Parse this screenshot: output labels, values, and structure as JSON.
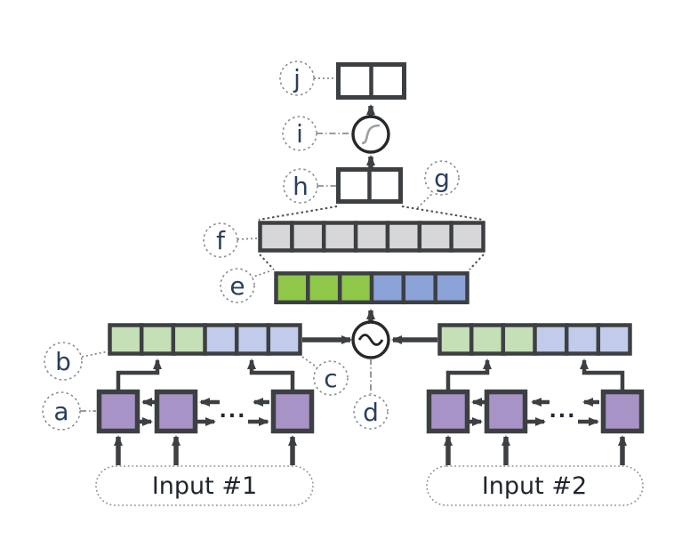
{
  "colors": {
    "stroke_dark": "#3d4043",
    "rnn_purple": "#a893c6",
    "state_green_light": "#c5dfb6",
    "state_blue_light": "#c2cbe9",
    "concat_green": "#8fc749",
    "concat_blue": "#8ba3d8",
    "dense_gray": "#d7d7d9",
    "hidden_gray": "#eef0f1",
    "box_white": "#ffffff"
  },
  "labels": {
    "a": "a",
    "b": "b",
    "c": "c",
    "d": "d",
    "e": "e",
    "f": "f",
    "g": "g",
    "h": "h",
    "i": "i",
    "j": "j"
  },
  "inputs": {
    "input1": "Input #1",
    "input2": "Input #2"
  },
  "ellipsis": "...",
  "icons": {
    "similarity_node": "sine-wave",
    "activation_node": "sigmoid-curve"
  },
  "structure": {
    "dense_vector_cells": 7,
    "concat_vector_cells": 6,
    "state_vector_cells_per_side": 6,
    "rnn_cells_per_side": 3,
    "hidden_cells": 2,
    "output_cells": 2
  }
}
